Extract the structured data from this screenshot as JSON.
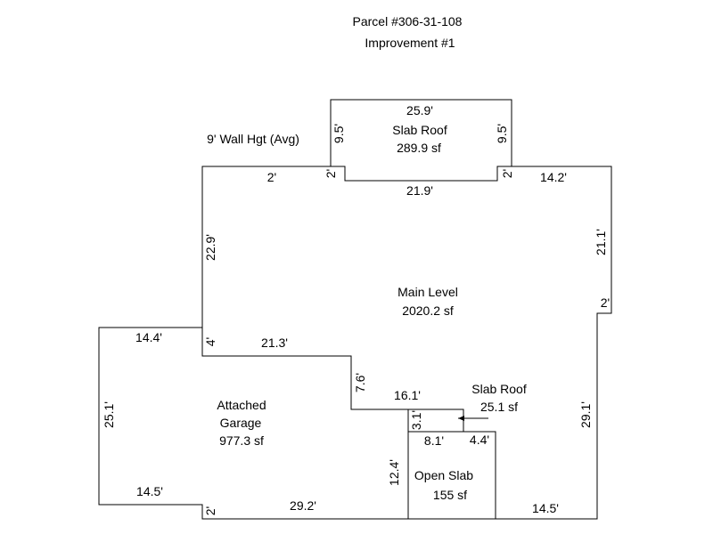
{
  "header": {
    "parcel": "Parcel #306-31-108",
    "improvement": "Improvement #1"
  },
  "wall_height": "9' Wall Hgt (Avg)",
  "areas": {
    "slab_roof_top": {
      "name": "Slab Roof",
      "area": "289.9 sf"
    },
    "main_level": {
      "name": "Main Level",
      "area": "2020.2 sf"
    },
    "garage": {
      "name_line1": "Attached",
      "name_line2": "Garage",
      "area": "977.3 sf"
    },
    "slab_roof_small": {
      "name": "Slab Roof",
      "area": "25.1 sf"
    },
    "open_slab": {
      "name": "Open Slab",
      "area": "155 sf"
    }
  },
  "dimensions": {
    "top_roof_top": "25.9'",
    "top_roof_left": "9.5'",
    "top_roof_right": "9.5'",
    "top_roof_bottom": "21.9'",
    "top_roof_left_step": "2'",
    "top_roof_right_step": "2'",
    "main_top_left": "2'",
    "main_top_right": "14.2'",
    "main_left": "22.9'",
    "main_right_upper": "21.1'",
    "main_right_step": "2'",
    "main_right_lower": "29.1'",
    "main_garage_step": "4'",
    "main_garage_top": "21.3'",
    "main_inner_vert": "7.6'",
    "main_inner_horiz": "16.1'",
    "small_slab_left": "3.1'",
    "open_slab_top": "8.1'",
    "open_slab_top_right": "4.4'",
    "open_slab_left": "12.4'",
    "bottom_right": "14.5'",
    "garage_top": "14.4'",
    "garage_left": "25.1'",
    "garage_bottom_left": "14.5'",
    "garage_bottom_step": "2'",
    "garage_bottom": "29.2'"
  }
}
